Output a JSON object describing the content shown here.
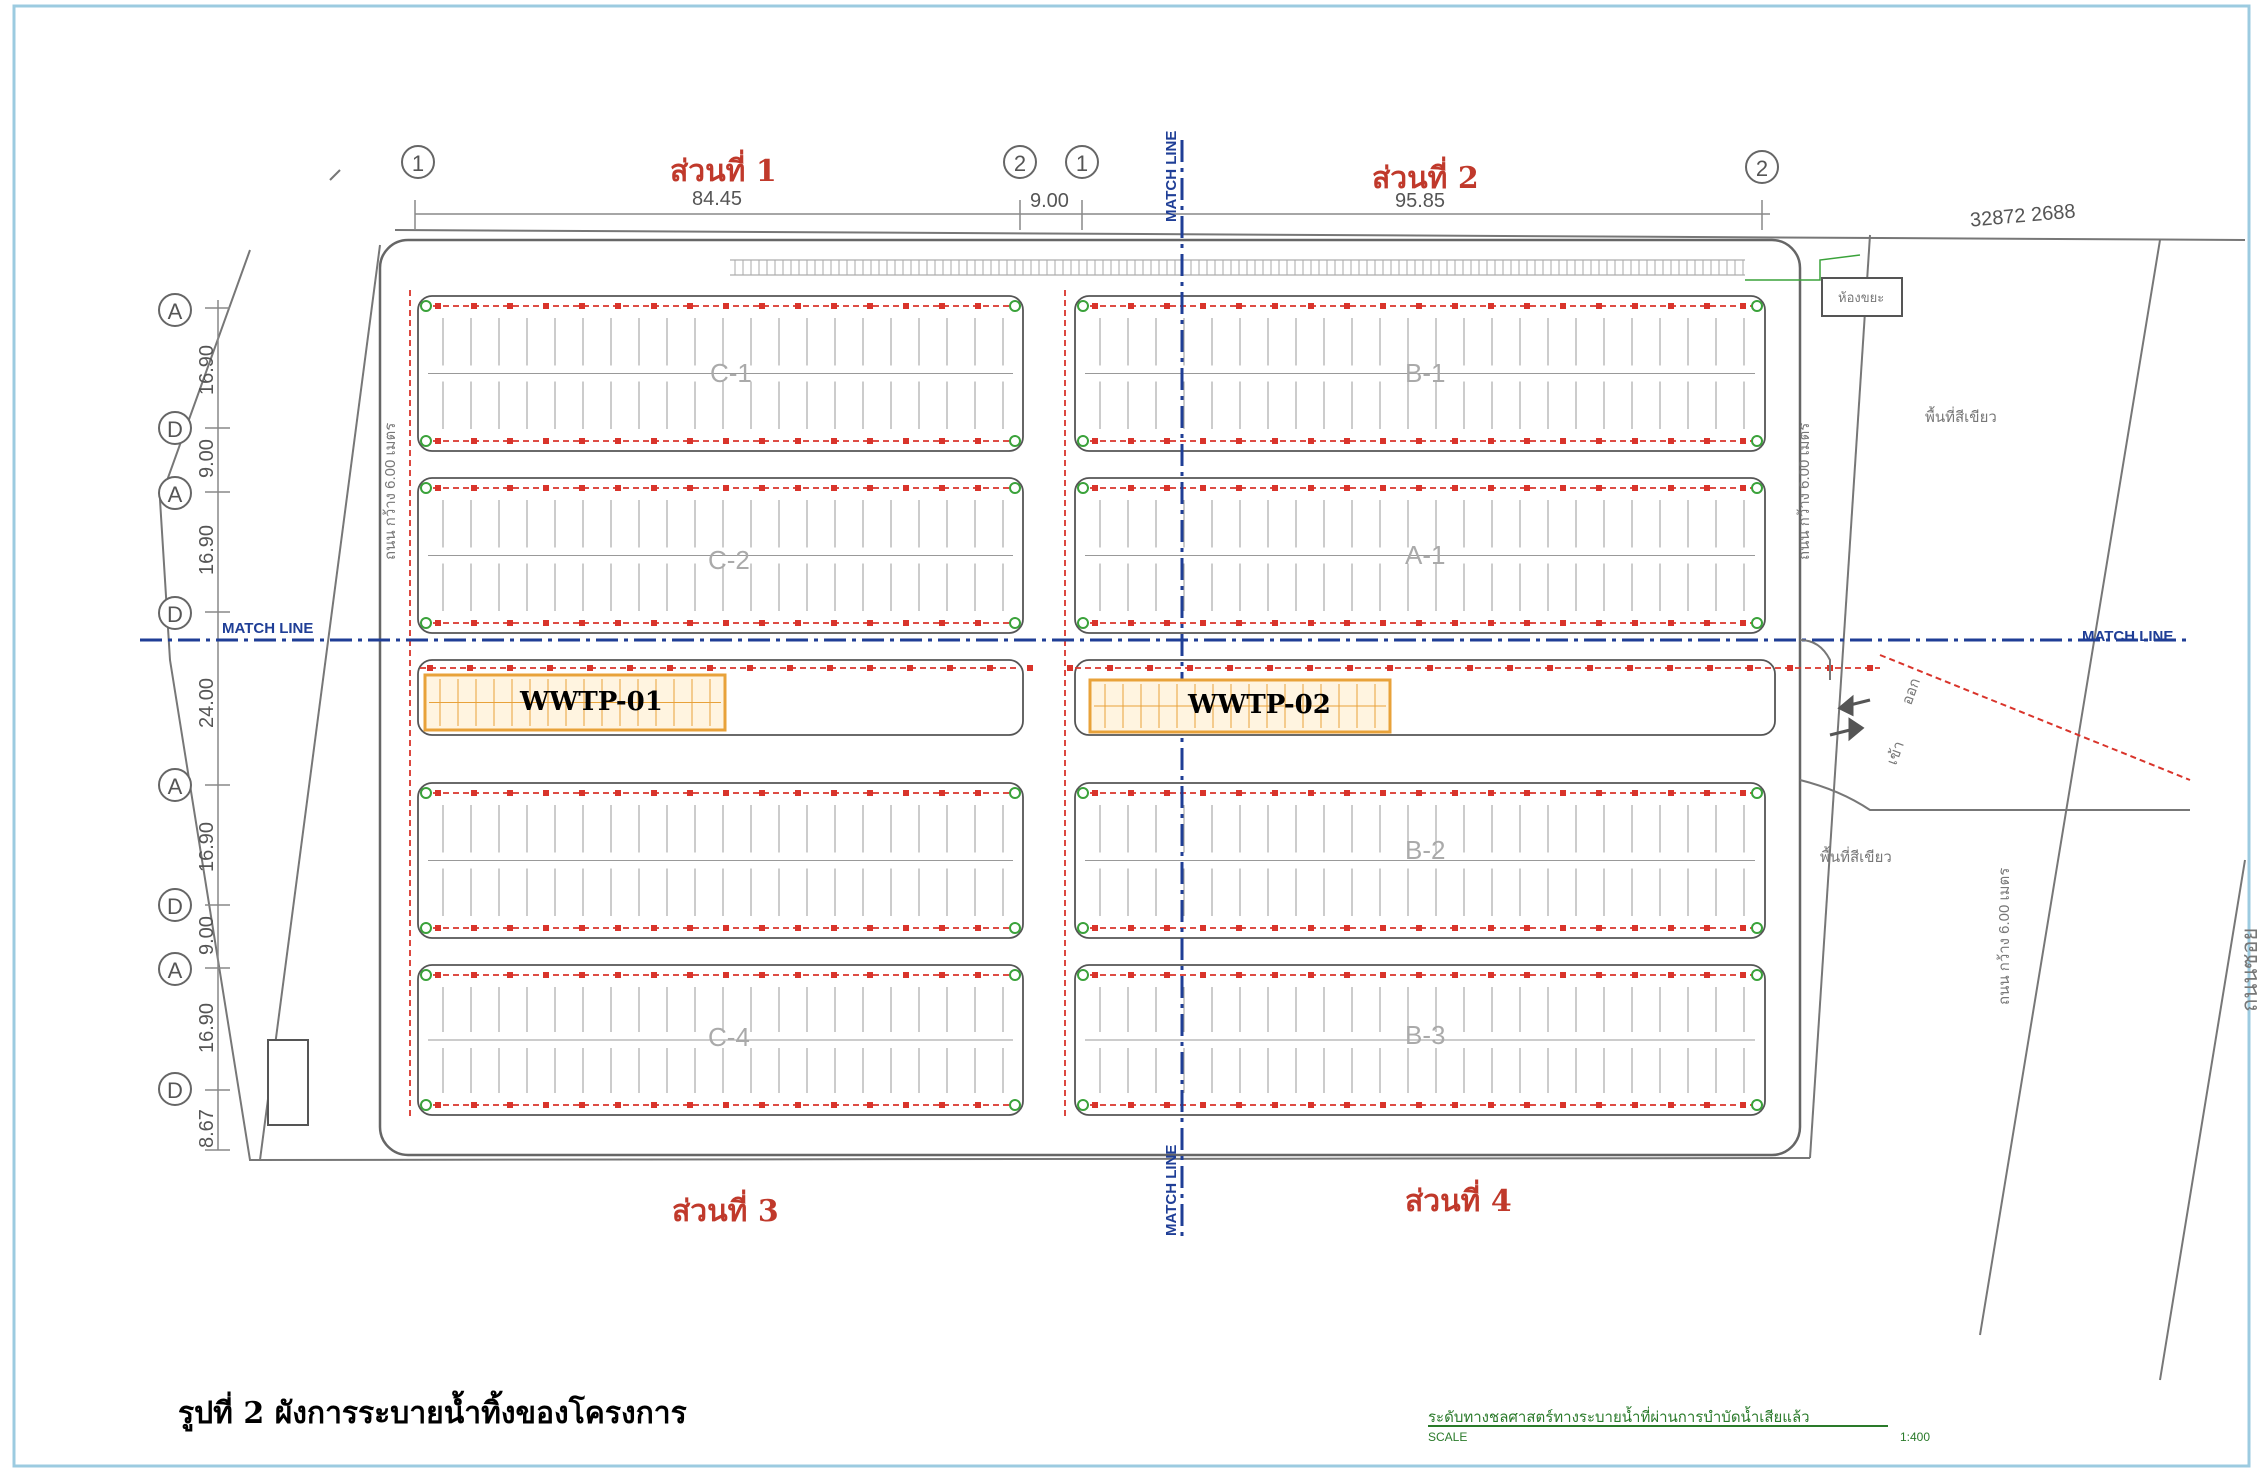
{
  "sections": [
    "ส่วนที่ 1",
    "ส่วนที่ 2",
    "ส่วนที่ 3",
    "ส่วนที่ 4"
  ],
  "dimensions_top": [
    "84.45",
    "9.00",
    "95.85"
  ],
  "coordinate_text": "32872  2688",
  "dimensions_left": [
    "16.90",
    "9.00",
    "16.90",
    "24.00",
    "16.90",
    "9.00",
    "16.90",
    "8.67"
  ],
  "grid_top": [
    "1",
    "2",
    "1",
    "2"
  ],
  "grid_left": [
    "A",
    "D",
    "A",
    "D",
    "A",
    "D",
    "A",
    "D"
  ],
  "match_line": "MATCH LINE",
  "blocks": [
    "C-1",
    "B-1",
    "C-2",
    "A-1",
    "B-2",
    "B-3",
    "C-4"
  ],
  "wwtp": [
    "WWTP-01",
    "WWTP-02"
  ],
  "road_labels": [
    "ถนน กว้าง 6.00 เมตร",
    "ถนน กว้าง 6.00 เมตร",
    "ถนน กว้าง 6.00 เมตร"
  ],
  "green_area": [
    "พื้นที่สีเขียว",
    "พื้นที่สีเขียว"
  ],
  "entry_exit": [
    "ออก",
    "เข้า"
  ],
  "main_road": "ถนนซอย",
  "guard_house": "ห้องขยะ",
  "caption": "รูปที่ 2 ผังการระบายน้ำทิ้งของโครงการ",
  "scale_title": "ระดับทางชลศาสตร์ทางระบายน้ำที่ผ่านการบำบัดน้ำเสียแล้ว",
  "scale_label": "SCALE",
  "scale_value": "1:400",
  "colors": {
    "section_title": "#c0392b",
    "match_line": "#1f3e96",
    "pipe": "#d9342b",
    "manhole": "#3aa23a",
    "wwtp": "#e8a23a"
  }
}
